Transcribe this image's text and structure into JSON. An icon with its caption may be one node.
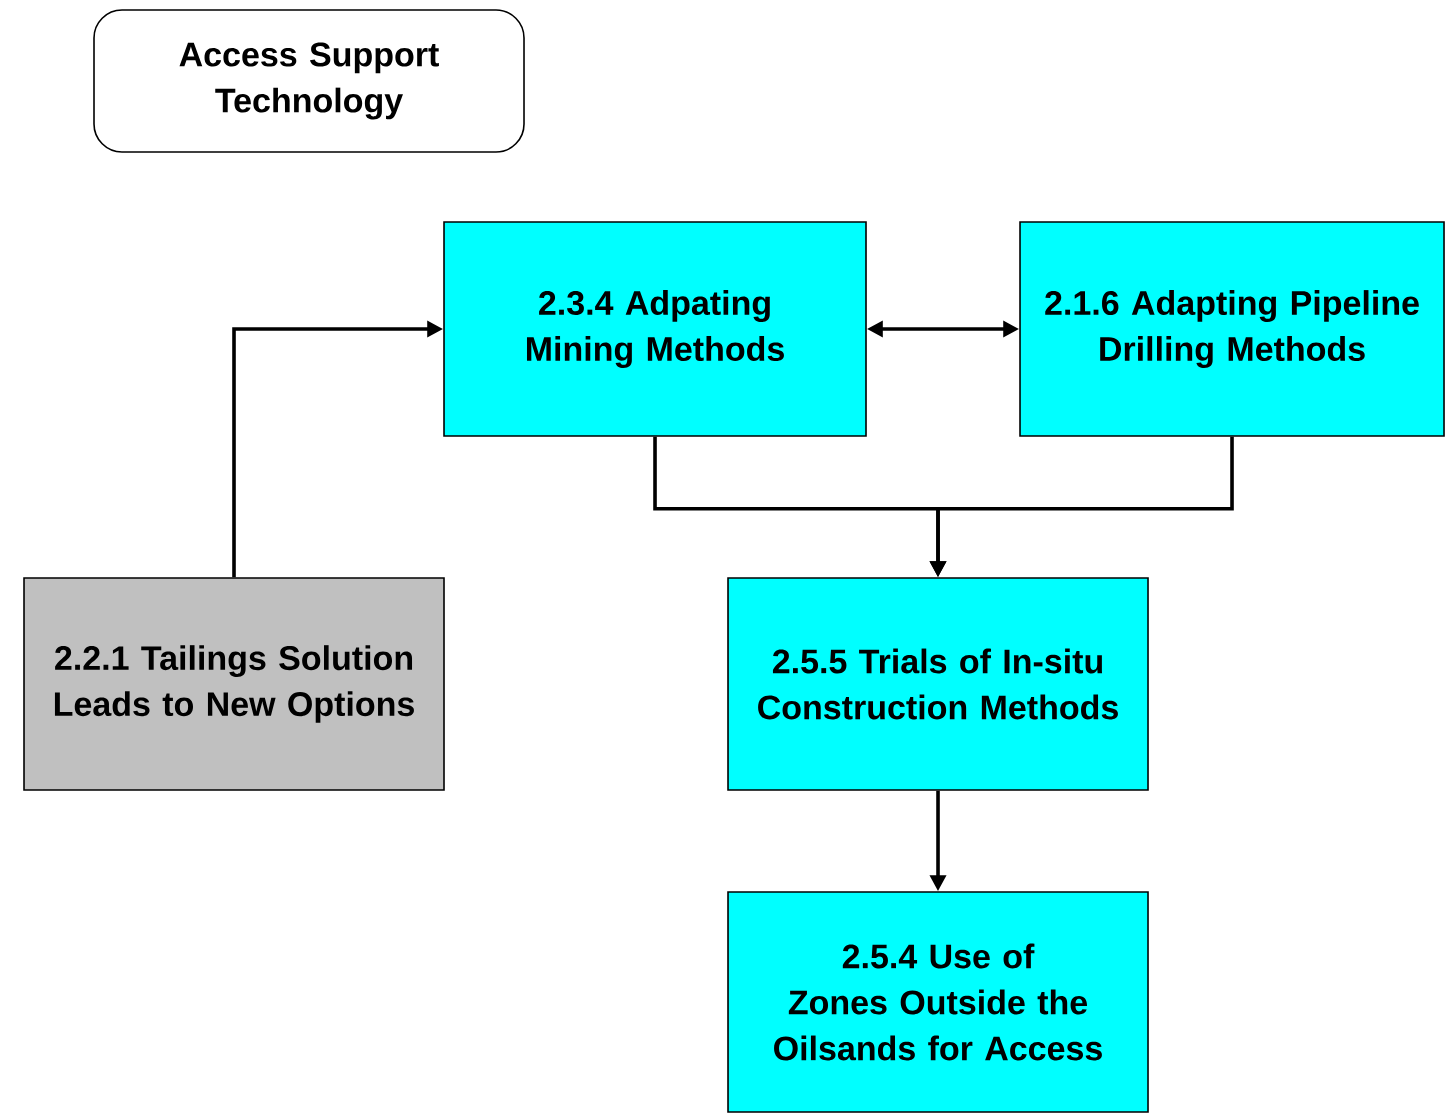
{
  "diagram": {
    "nodes": [
      {
        "text": [
          "Access Support Technology"
        ]
      },
      {
        "text": [
          "2.3.4 Adpating Mining Methods"
        ]
      },
      {
        "text": [
          "2.1.6 Adapting Pipeline Drilling Methods"
        ]
      },
      {
        "text": [
          "2.2.1 Tailings Solution Leads to New Options"
        ]
      },
      {
        "text": [
          "2.5.5 Trials of In-situ Construction Methods"
        ]
      },
      {
        "text": [
          "2.5.4 Use of Zones Outside the Oilsands for Access"
        ]
      }
    ],
    "edges": [
      {
        "from": 3,
        "to": 1,
        "arrow": "to"
      },
      {
        "from": 1,
        "to": 2,
        "arrow": "both"
      },
      {
        "from": 1,
        "to": 4,
        "arrow": "to"
      },
      {
        "from": 2,
        "to": 4,
        "arrow": "to"
      },
      {
        "from": 4,
        "to": 5,
        "arrow": "to"
      }
    ]
  }
}
